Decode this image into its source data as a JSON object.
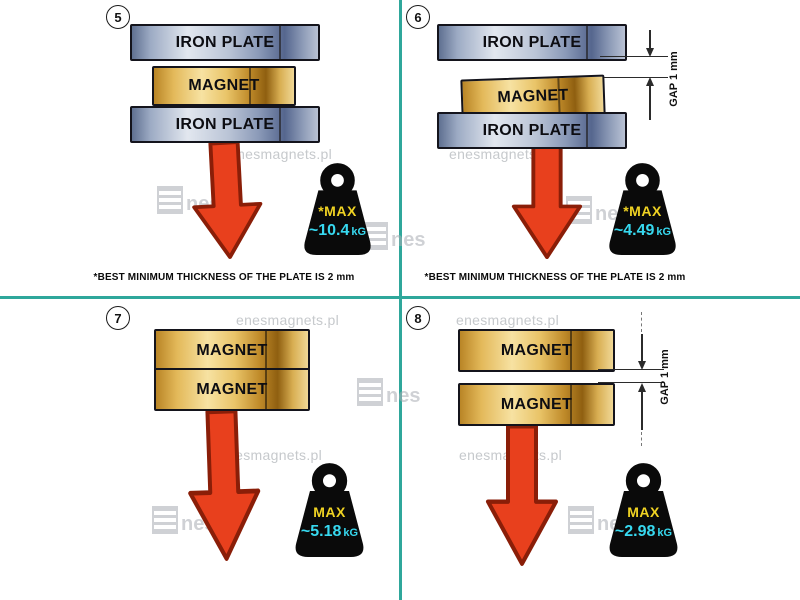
{
  "watermark": {
    "site": "enesmagnets.pl",
    "logo_text": "nes"
  },
  "footnote": {
    "text": "*BEST MINIMUM THICKNESS OF THE PLATE IS",
    "bold": "2 mm"
  },
  "colors": {
    "divider": "#2fa79b",
    "arrow_red": "#e8401d",
    "magnet_gold": "#e3b95a",
    "iron_steel": "#9dabc4",
    "weight_black": "#0a0a0a",
    "max_yellow": "#f0d323",
    "value_cyan": "#37d9f0"
  },
  "panels": {
    "p5": {
      "number": "5",
      "plate_top": "IRON PLATE",
      "magnet": "MAGNET",
      "plate_bottom": "IRON PLATE",
      "weight": {
        "max": "*MAX",
        "value": "~10.4",
        "unit": "kG"
      }
    },
    "p6": {
      "number": "6",
      "plate_top": "IRON PLATE",
      "magnet": "MAGNET",
      "plate_bottom": "IRON PLATE",
      "gap_label": "GAP 1 mm",
      "weight": {
        "max": "*MAX",
        "value": "~4.49",
        "unit": "kG"
      }
    },
    "p7": {
      "number": "7",
      "magnet_top": "MAGNET",
      "magnet_bottom": "MAGNET",
      "weight": {
        "max": "MAX",
        "value": "~5.18",
        "unit": "kG"
      }
    },
    "p8": {
      "number": "8",
      "magnet_top": "MAGNET",
      "magnet_bottom": "MAGNET",
      "gap_label": "GAP 1 mm",
      "weight": {
        "max": "MAX",
        "value": "~2.98",
        "unit": "kG"
      }
    }
  }
}
